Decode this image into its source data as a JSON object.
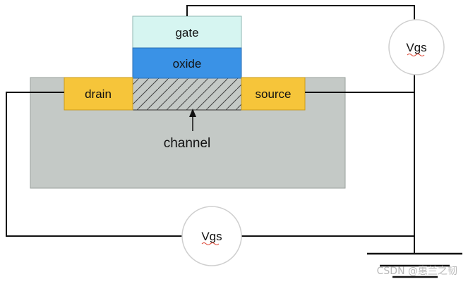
{
  "diagram": {
    "labels": {
      "gate": "gate",
      "oxide": "oxide",
      "drain": "drain",
      "source": "source",
      "channel": "channel",
      "meter_top": "Vgs",
      "meter_bottom": "Vgs"
    },
    "watermark": "CSDN @惠兰之韧",
    "colors": {
      "gate": "#d6f5f1",
      "oxide": "#3a92e6",
      "contact": "#f6c53a",
      "substrate": "#c4c9c6",
      "wire": "#111111"
    }
  }
}
